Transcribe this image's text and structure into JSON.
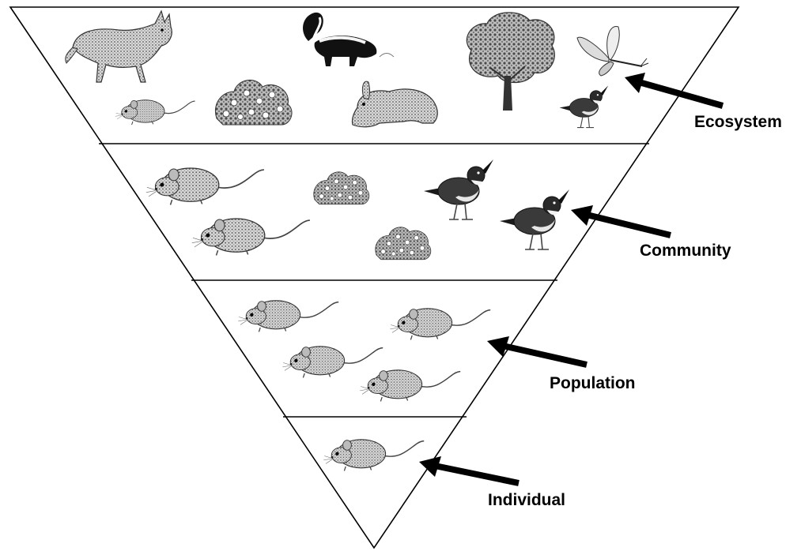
{
  "levels": [
    {
      "key": "ecosystem",
      "label": "Ecosystem"
    },
    {
      "key": "community",
      "label": "Community"
    },
    {
      "key": "population",
      "label": "Population"
    },
    {
      "key": "individual",
      "label": "Individual"
    }
  ],
  "organisms": {
    "ecosystem": [
      "coyote",
      "skunk",
      "tree",
      "butterfly",
      "mouse",
      "shrub",
      "rabbit",
      "bird"
    ],
    "community": [
      "mouse",
      "mouse",
      "shrub",
      "shrub",
      "bird",
      "bird"
    ],
    "population": [
      "mouse",
      "mouse",
      "mouse",
      "mouse"
    ],
    "individual": [
      "mouse"
    ]
  }
}
